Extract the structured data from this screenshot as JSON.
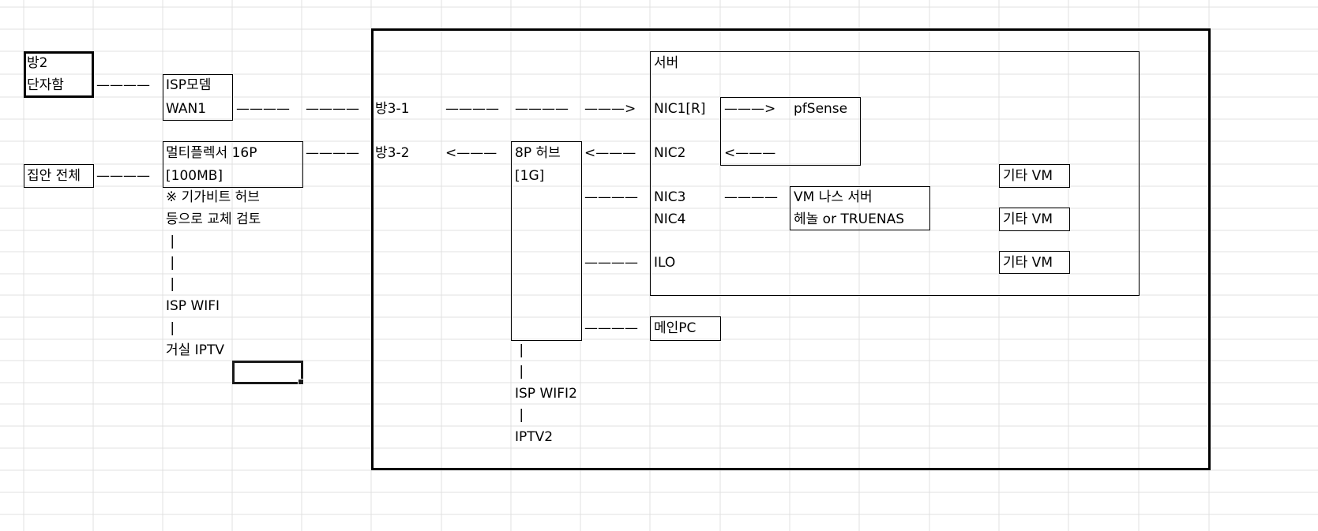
{
  "sheet": {
    "cells": {
      "room2": "방2",
      "junction_box": "단자함",
      "dash_room2_isp": "————",
      "isp_modem": "ISP모뎀",
      "wan1": "WAN1",
      "dash_wan1_a": "————",
      "dash_wan1_b": "————",
      "room3_1": "방3-1",
      "dash_room31_a": "————",
      "dash_room31_b": "————",
      "arrow_to_nic1": "———>",
      "server_label": "서버",
      "nic1": "NIC1[R]",
      "arrow_nic1_pfsense": "———>",
      "pfsense": "pfSense",
      "whole_house": "집안 전체",
      "dash_house_mux": "————",
      "multiplexer": "멀티플렉서 16P",
      "mux_speed": "[100MB]",
      "dash_mux_room32": "————",
      "room3_2": "방3-2",
      "arrow_hub_room32": "<———",
      "hub_8p": "8P 허브",
      "hub_speed": "[1G]",
      "arrow_nic2_hub": "<———",
      "nic2": "NIC2",
      "arrow_pfsense_nic2": "<———",
      "other_vm_1": "기타 VM",
      "gigabit_note_1": "※ 기가비트 허브",
      "gigabit_note_2": "등으로 교체 검토",
      "dash_hub_nic3": "————",
      "nic3": "NIC3",
      "dash_nic3_nas": "————",
      "vm_nas_server": "VM 나스 서버",
      "nic4": "NIC4",
      "nas_os": "헤놀 or TRUENAS",
      "other_vm_2": "기타 VM",
      "pipe_1": " |",
      "pipe_2": " |",
      "pipe_3": " |",
      "dash_hub_ilo": "————",
      "ilo": "ILO",
      "other_vm_3": "기타 VM",
      "isp_wifi": "ISP WIFI",
      "pipe_4": " |",
      "dash_hub_mainpc": "————",
      "main_pc": "메인PC",
      "living_iptv": "거실 IPTV",
      "hub_pipe_1": " |",
      "hub_pipe_2": " |",
      "isp_wifi2": "ISP WIFI2",
      "hub_pipe_3": " |",
      "iptv2": "IPTV2"
    }
  }
}
